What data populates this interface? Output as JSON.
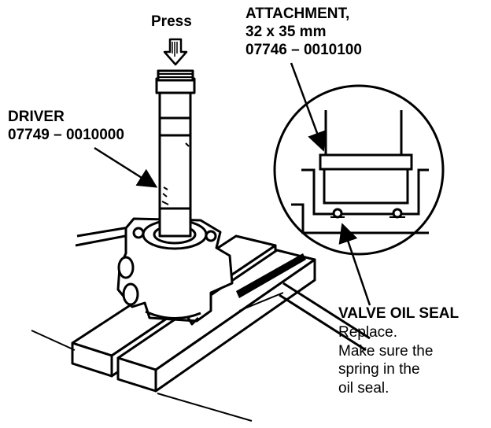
{
  "press": {
    "label": "Press"
  },
  "driver": {
    "title": "DRIVER",
    "part_number": "07749 – 0010000"
  },
  "attachment": {
    "title": "ATTACHMENT,",
    "size": "32 x 35 mm",
    "part_number": "07746 – 0010100"
  },
  "valve_oil_seal": {
    "title": "VALVE OIL SEAL",
    "instructions": [
      "Replace.",
      "Make sure the",
      "spring in the",
      "oil seal."
    ]
  }
}
